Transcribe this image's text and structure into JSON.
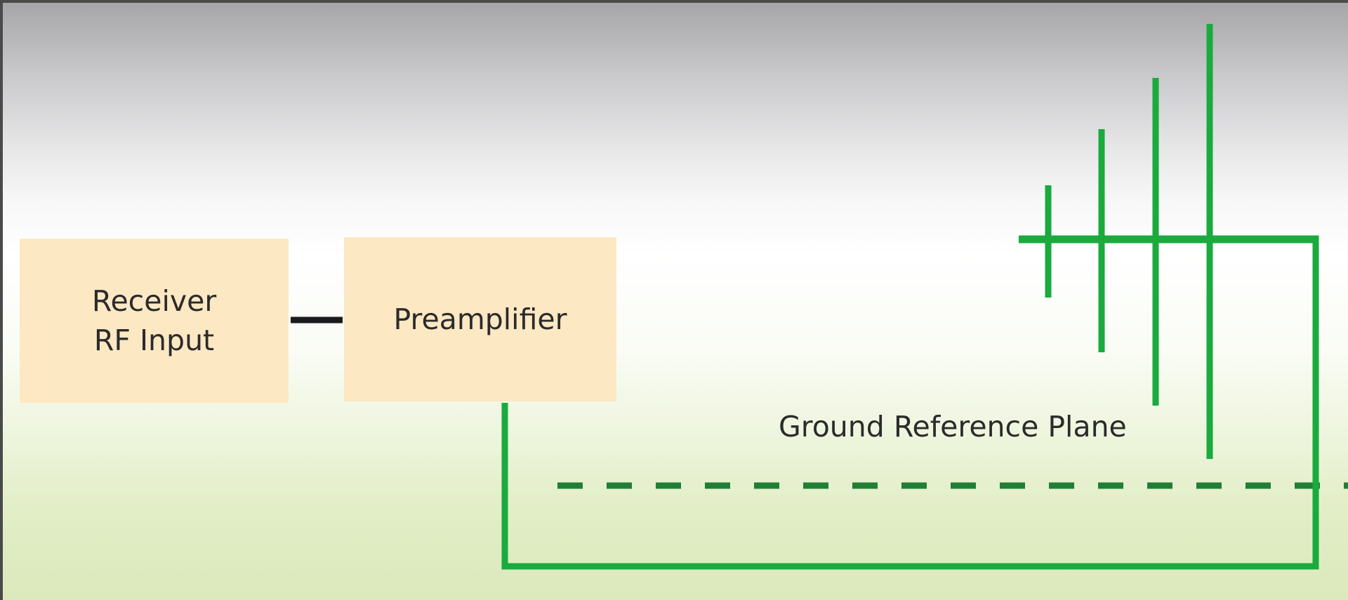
{
  "blocks": {
    "receiver": {
      "line1": "Receiver",
      "line2": "RF Input"
    },
    "preamplifier": {
      "label": "Preamplifier"
    }
  },
  "ground_plane": {
    "label": "Ground Reference Plane"
  },
  "colors": {
    "block_fill": "#fde8c4",
    "wire_green": "#1aaa3e",
    "ground_dash": "#1e7f35",
    "connector": "#1a1a1a",
    "text": "#2b2b2b"
  }
}
